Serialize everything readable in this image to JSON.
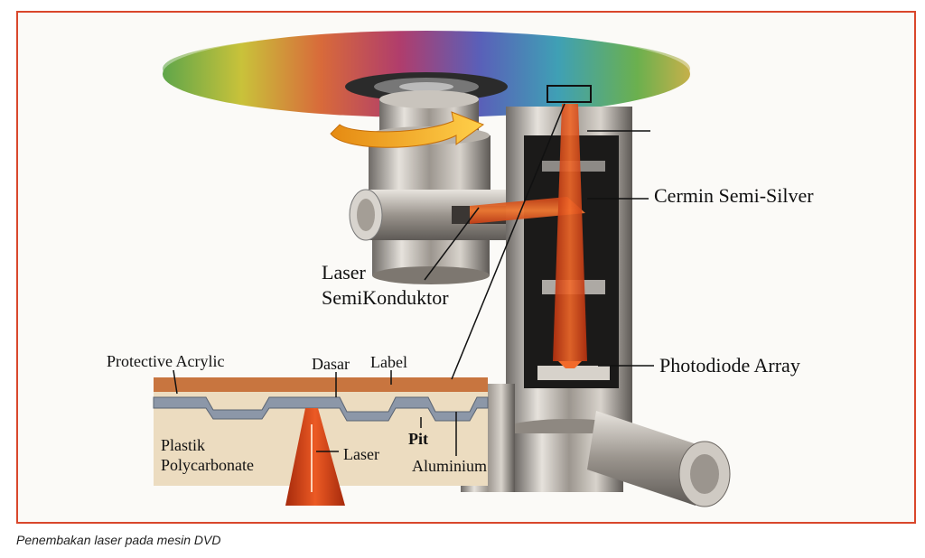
{
  "labels": {
    "mirror": "Cermin Semi-Silver",
    "laser_line1": "Laser",
    "laser_line2": "SemiKonduktor",
    "photodiode": "Photodiode Array",
    "protective": "Protective Acrylic",
    "dasar": "Dasar",
    "label": "Label",
    "plastik_line1": "Plastik",
    "plastik_line2": "Polycarbonate",
    "laser_beam": "Laser",
    "pit": "Pit",
    "aluminium": "Aluminium"
  },
  "caption": "Penembakan laser pada mesin DVD",
  "colors": {
    "frame": "#d9472b",
    "laser": "#e8531f",
    "arrow": "#f5a21b",
    "acrylic": "#c8753f",
    "polycarbonate": "#ecdcc0",
    "aluminium": "#8c97a8"
  }
}
